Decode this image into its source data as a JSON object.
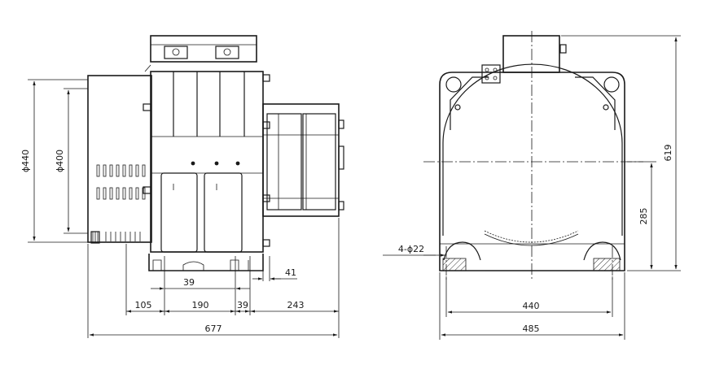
{
  "side_view": {
    "dim_phi440": "ϕ440",
    "dim_phi400": "ϕ400",
    "dim_105": "105",
    "dim_190": "190",
    "dim_39_top": "39",
    "dim_39_bottom": "39",
    "dim_243": "243",
    "dim_41": "41",
    "dim_677": "677"
  },
  "front_view": {
    "dim_619": "619",
    "dim_285": "285",
    "dim_440": "440",
    "dim_485": "485",
    "holes_label": "4-ϕ22"
  }
}
